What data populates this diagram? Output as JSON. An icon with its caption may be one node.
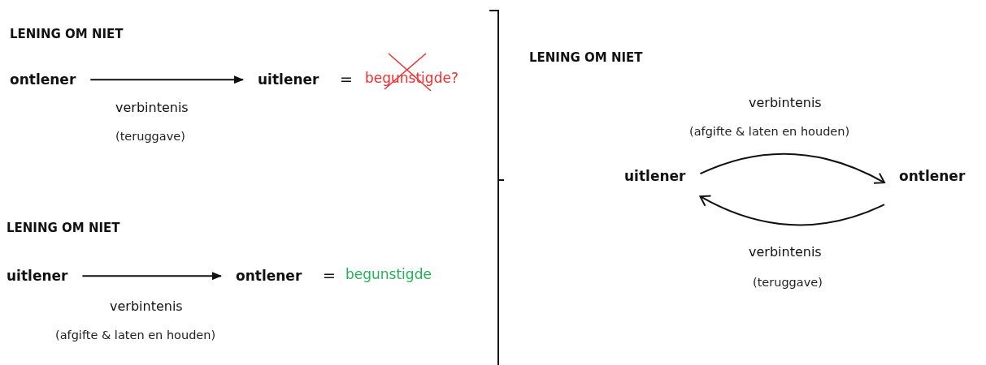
{
  "diagram": {
    "nodes": [
      {
        "text": [
          "ontlener"
        ]
      },
      {
        "text": [
          "uitlener"
        ]
      },
      {
        "text": [
          "uitlener"
        ]
      },
      {
        "text": [
          "ontlener"
        ]
      },
      {
        "text": [
          "uitlener"
        ]
      },
      {
        "text": [
          "ontlener"
        ]
      }
    ],
    "edges": [
      {
        "from": 0,
        "to": 1,
        "arrow": "to",
        "label": "verbintenis"
      },
      {
        "from": 2,
        "to": 3,
        "arrow": "to",
        "label": "verbintenis"
      },
      {
        "from": 4,
        "to": 5,
        "arrow": "to",
        "label": "verbintenis"
      },
      {
        "from": 5,
        "to": 4,
        "arrow": "to",
        "label": "verbintenis"
      }
    ],
    "labels": [
      "LENING OM NIET",
      "=",
      "begunstigde?",
      "(teruggave)",
      "LENING OM NIET",
      "=",
      "begunstigde",
      "(afgifte & laten en houden)",
      "LENING OM NIET",
      "(afgifte & laten en houden)",
      "(teruggave)"
    ]
  }
}
